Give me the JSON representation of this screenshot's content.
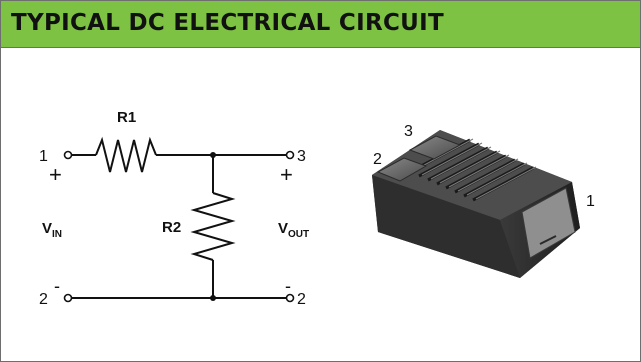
{
  "header": {
    "title": "TYPICAL DC ELECTRICAL CIRCUIT"
  },
  "schematic": {
    "resistor_1": "R1",
    "resistor_2": "R2",
    "node_1": "1",
    "node_2_left": "2",
    "node_3": "3",
    "node_2_right": "2",
    "plus_left": "+",
    "plus_right": "+",
    "minus_left": "-",
    "minus_right": "-",
    "vin": {
      "main": "V",
      "sub": "IN"
    },
    "vout": {
      "main": "V",
      "sub": "OUT"
    }
  },
  "component": {
    "pin_1": "1",
    "pin_2": "2",
    "pin_3": "3"
  },
  "colors": {
    "header_bg": "#7dc242",
    "body_dark": "#3f3f3f",
    "body_light": "#6b6b6b"
  }
}
